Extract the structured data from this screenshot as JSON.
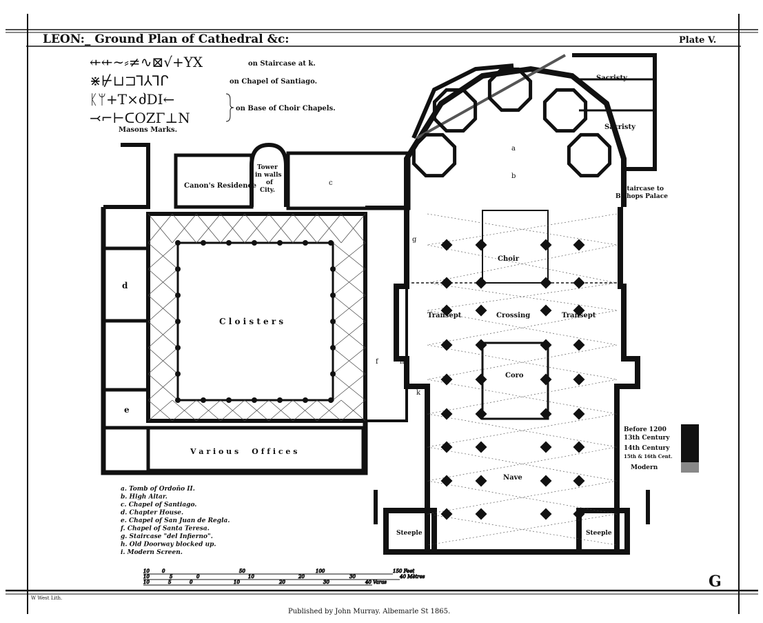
{
  "header": {
    "title": "LEON:_ Ground Plan of Cathedral &c:",
    "plate": "Plate V."
  },
  "masons_marks": {
    "rows": [
      {
        "marks": "⇷⇷∼⸗≠∿⊠√+YX",
        "caption": "on Staircase at k."
      },
      {
        "marks": "⋇⊬⊔⊐⅂⅄⅂ᒋ",
        "caption": "on Chapel of Santiago."
      },
      {
        "marks": "ᛕᛘ+T×ძDI←",
        "caption": "on Base of Choir Chapels."
      },
      {
        "marks": "⤙⌐⊢ᑕOZΓ⊥N",
        "caption": ""
      }
    ],
    "title": "Masons Marks."
  },
  "rooms": {
    "sacristy_1": "Sacristy",
    "sacristy_2": "Sacristy",
    "staircase": [
      "Staircase to",
      "Bishops Palace"
    ],
    "canons": "Canon's Residence",
    "tower": [
      "Tower",
      "in walls",
      "of",
      "City."
    ],
    "choir": "Choir",
    "transept_left": "Transept",
    "crossing": "Crossing",
    "transept_right": "Transept",
    "cloisters": "C l o i s t e r s",
    "coro": "Coro",
    "offices": "V a r i o u s     O f f i c e s",
    "nave": "Nave",
    "steeple_left": "Steeple",
    "steeple_right": "Steeple",
    "marks": {
      "a": "a",
      "b": "b",
      "c": "c",
      "d": "d",
      "e": "e",
      "f": "f",
      "g": "g",
      "h": "h",
      "k": "k"
    }
  },
  "period_key": {
    "items": [
      "Before 1200",
      "13th Century",
      "14th Century",
      "15th & 16th Cent.",
      "Modern"
    ]
  },
  "legend": [
    "a. Tomb of Ordoño II.",
    "b. High Altar.",
    "c. Chapel of Santiago.",
    "d. Chapter House.",
    "e. Chapel of San Juan de Regla.",
    "f. Chapel of Santa Teresa.",
    "g. Staircase \"del Infierno\".",
    "h. Old Doorway blocked up.",
    "i. Modern Screen."
  ],
  "scales": [
    {
      "ticks": [
        "10",
        "0",
        "50",
        "100",
        "150 Feet"
      ]
    },
    {
      "ticks": [
        "10",
        "5",
        "0",
        "10",
        "20",
        "30",
        "40 Mètres"
      ]
    },
    {
      "ticks": [
        "10",
        "5",
        "0",
        "10",
        "20",
        "30",
        "40 Varas"
      ]
    }
  ],
  "footer": {
    "lithographer": "W West Lith.",
    "publisher": "Published by John Murray. Albemarle St 1865.",
    "monogram": "G"
  }
}
